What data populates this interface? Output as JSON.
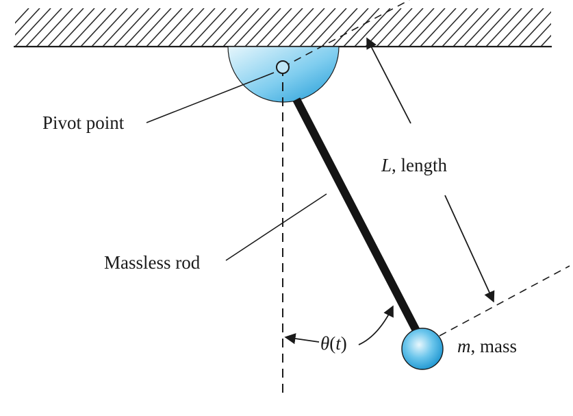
{
  "labels": {
    "pivot": "Pivot point",
    "rod": "Massless rod",
    "length_symbol": "L",
    "length_text": ", length",
    "mass_symbol": "m",
    "mass_text": ", mass",
    "angle_theta": "θ",
    "angle_open": "(",
    "angle_var": "t",
    "angle_close": ")"
  },
  "colors": {
    "hatch": "#2a2a2a",
    "line": "#1a1a1a",
    "rod": "#141414",
    "pivot_fill_light": "#dff3fb",
    "pivot_fill_dark": "#2aa9e0",
    "bob_fill_light": "#d9f1fb",
    "bob_fill_dark": "#1f9fd9"
  }
}
